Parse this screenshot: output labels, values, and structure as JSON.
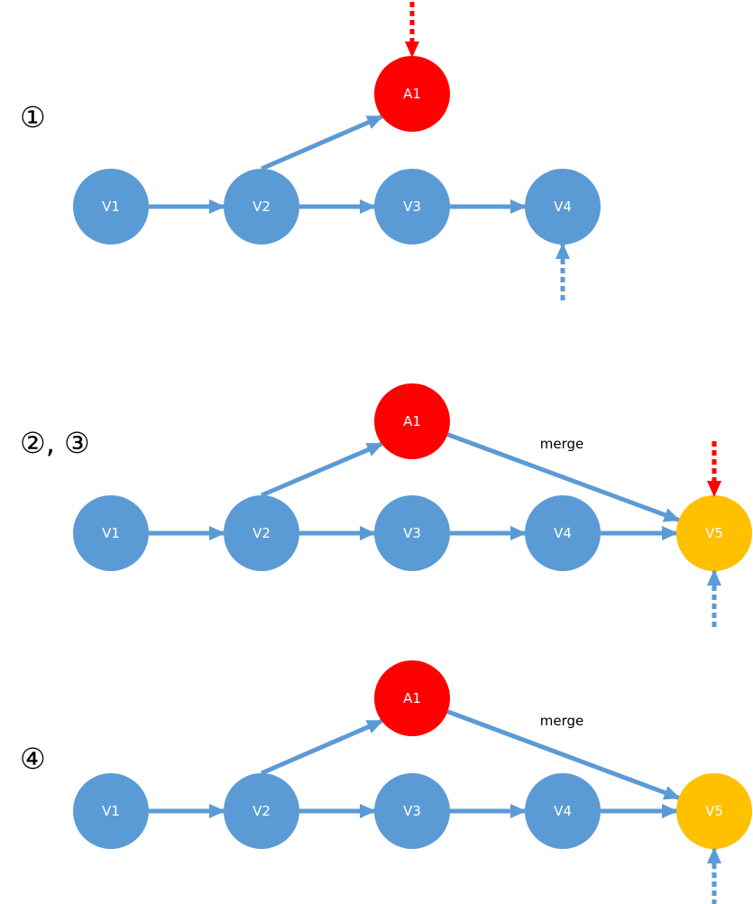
{
  "colors": {
    "version_node": "#5b9bd5",
    "alt_node": "#ff0000",
    "merge_node": "#ffc000",
    "arrow": "#5b9bd5",
    "pointer_red": "#ff0000",
    "pointer_blue": "#5b9bd5"
  },
  "sections": [
    {
      "label": "①",
      "nodes": [
        {
          "id": "V1",
          "label": "V1",
          "kind": "version"
        },
        {
          "id": "V2",
          "label": "V2",
          "kind": "version"
        },
        {
          "id": "V3",
          "label": "V3",
          "kind": "version"
        },
        {
          "id": "V4",
          "label": "V4",
          "kind": "version"
        },
        {
          "id": "A1",
          "label": "A1",
          "kind": "alt"
        }
      ],
      "edges": [
        {
          "from": "V1",
          "to": "V2"
        },
        {
          "from": "V2",
          "to": "V3"
        },
        {
          "from": "V3",
          "to": "V4"
        },
        {
          "from": "V2",
          "to": "A1"
        }
      ],
      "pointers": [
        {
          "target": "A1",
          "color": "red",
          "side": "top"
        },
        {
          "target": "V4",
          "color": "blue",
          "side": "bottom"
        }
      ]
    },
    {
      "label": "②, ③",
      "nodes": [
        {
          "id": "V1",
          "label": "V1",
          "kind": "version"
        },
        {
          "id": "V2",
          "label": "V2",
          "kind": "version"
        },
        {
          "id": "V3",
          "label": "V3",
          "kind": "version"
        },
        {
          "id": "V4",
          "label": "V4",
          "kind": "version"
        },
        {
          "id": "V5",
          "label": "V5",
          "kind": "merge"
        },
        {
          "id": "A1",
          "label": "A1",
          "kind": "alt"
        }
      ],
      "edges": [
        {
          "from": "V1",
          "to": "V2"
        },
        {
          "from": "V2",
          "to": "V3"
        },
        {
          "from": "V3",
          "to": "V4"
        },
        {
          "from": "V4",
          "to": "V5"
        },
        {
          "from": "V2",
          "to": "A1"
        },
        {
          "from": "A1",
          "to": "V5",
          "label": "merge"
        }
      ],
      "pointers": [
        {
          "target": "V5",
          "color": "red",
          "side": "top"
        },
        {
          "target": "V5",
          "color": "blue",
          "side": "bottom"
        }
      ]
    },
    {
      "label": "④",
      "nodes": [
        {
          "id": "V1",
          "label": "V1",
          "kind": "version"
        },
        {
          "id": "V2",
          "label": "V2",
          "kind": "version"
        },
        {
          "id": "V3",
          "label": "V3",
          "kind": "version"
        },
        {
          "id": "V4",
          "label": "V4",
          "kind": "version"
        },
        {
          "id": "V5",
          "label": "V5",
          "kind": "merge"
        },
        {
          "id": "A1",
          "label": "A1",
          "kind": "alt"
        }
      ],
      "edges": [
        {
          "from": "V1",
          "to": "V2"
        },
        {
          "from": "V2",
          "to": "V3"
        },
        {
          "from": "V3",
          "to": "V4"
        },
        {
          "from": "V4",
          "to": "V5"
        },
        {
          "from": "V2",
          "to": "A1"
        },
        {
          "from": "A1",
          "to": "V5",
          "label": "merge"
        }
      ],
      "pointers": [
        {
          "target": "V5",
          "color": "blue",
          "side": "bottom"
        }
      ]
    }
  ]
}
